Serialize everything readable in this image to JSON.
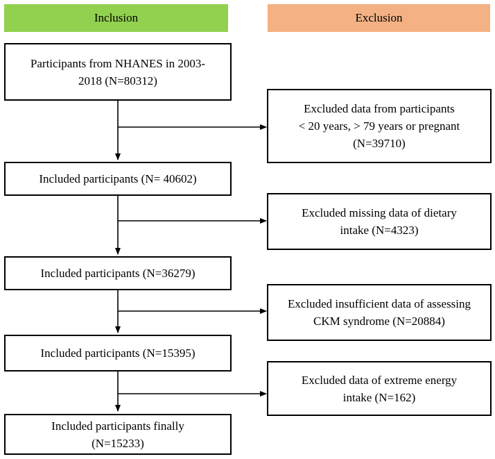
{
  "headers": {
    "inclusion": {
      "label": "Inclusion",
      "color": "#92d050"
    },
    "exclusion": {
      "label": "Exclusion",
      "color": "#f4b183"
    }
  },
  "inclusion_boxes": [
    {
      "lines": [
        "Participants from NHANES in 2003-",
        "2018 (N=80312)"
      ]
    },
    {
      "lines": [
        "Included participants (N= 40602)"
      ]
    },
    {
      "lines": [
        "Included participants (N=36279)"
      ]
    },
    {
      "lines": [
        "Included participants (N=15395)"
      ]
    },
    {
      "lines": [
        "Included participants finally",
        "(N=15233)"
      ]
    }
  ],
  "exclusion_boxes": [
    {
      "lines": [
        "Excluded data from participants",
        "< 20 years, > 79 years or pregnant",
        "(N=39710)"
      ]
    },
    {
      "lines": [
        "Excluded missing data of dietary",
        "intake (N=4323)"
      ]
    },
    {
      "lines": [
        "Excluded insufficient data of assessing",
        "CKM syndrome (N=20884)"
      ]
    },
    {
      "lines": [
        "Excluded data of extreme energy",
        "intake (N=162)"
      ]
    }
  ]
}
